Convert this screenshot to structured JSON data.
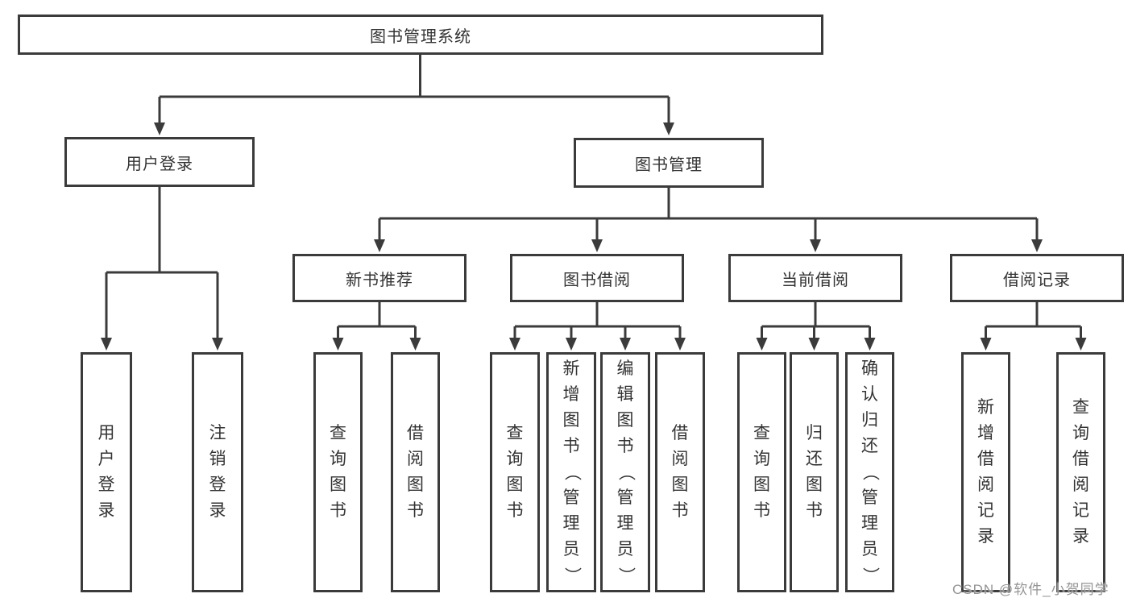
{
  "colors": {
    "line": "#3b3b3b",
    "text": "#333333",
    "watermark": "#949494"
  },
  "watermark": "CSDN @软件_小贺同学",
  "tree": {
    "root": "图书管理系统",
    "branches": [
      {
        "label": "用户登录",
        "leaves": [
          "用户登录",
          "注销登录"
        ]
      },
      {
        "label": "图书管理",
        "groups": [
          {
            "label": "新书推荐",
            "leaves": [
              "查询图书",
              "借阅图书"
            ]
          },
          {
            "label": "图书借阅",
            "leaves": [
              "查询图书",
              "新增图书（管理员）",
              "编辑图书（管理员）",
              "借阅图书"
            ]
          },
          {
            "label": "当前借阅",
            "leaves": [
              "查询图书",
              "归还图书",
              "确认归还（管理员）"
            ]
          },
          {
            "label": "借阅记录",
            "leaves": [
              "新增借阅记录",
              "查询借阅记录"
            ]
          }
        ]
      }
    ]
  }
}
